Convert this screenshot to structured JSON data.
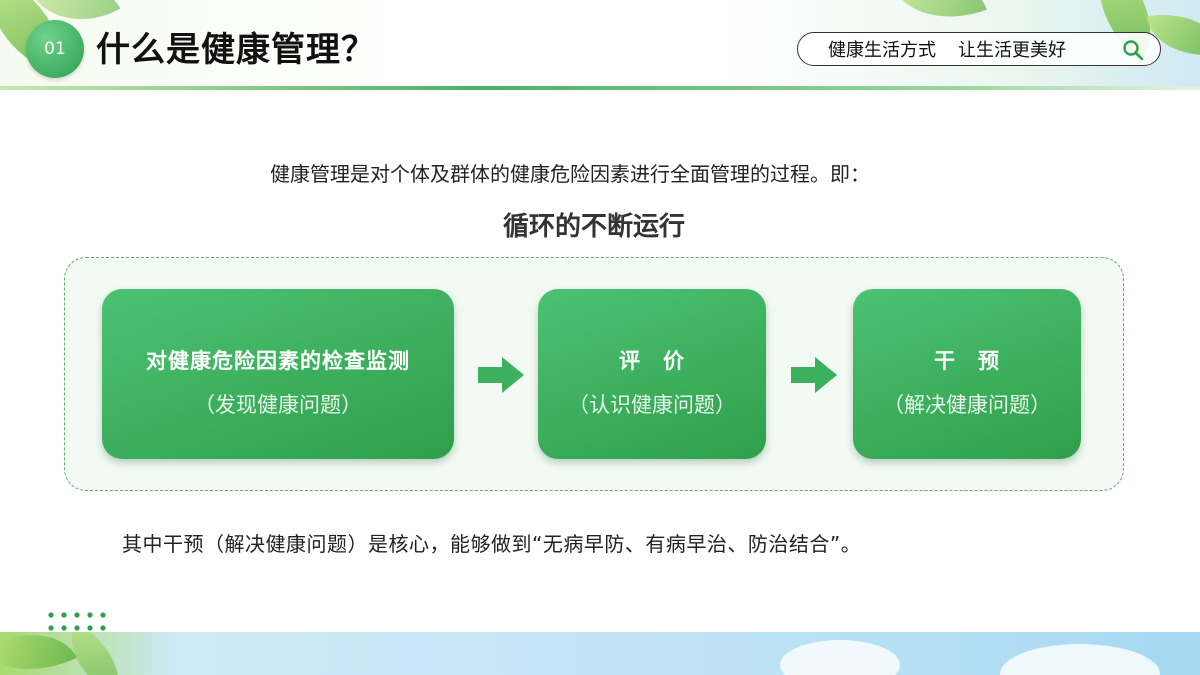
{
  "header": {
    "number": "01",
    "title": "什么是健康管理？",
    "slogan_part1": "健康生活方式",
    "slogan_part2": "让生活更美好"
  },
  "intro": "健康管理是对个体及群体的健康危险因素进行全面管理的过程。即：",
  "cycle_title": "循环的不断运行",
  "steps": [
    {
      "title": "对健康危险因素的检查监测",
      "subtitle": "（发现健康问题）"
    },
    {
      "title": "评　价",
      "subtitle": "（认识健康问题）"
    },
    {
      "title": "干　预",
      "subtitle": "（解决健康问题）"
    }
  ],
  "conclusion": "其中干预（解决健康问题）是核心，能够做到“无病早防、有病早治、防治结合”。",
  "colors": {
    "accent": "#2f9f4b",
    "accent_light": "#4cc273",
    "frame": "#5dae6c"
  },
  "icons": {
    "search": "search-icon",
    "arrow": "arrow-right-icon"
  }
}
